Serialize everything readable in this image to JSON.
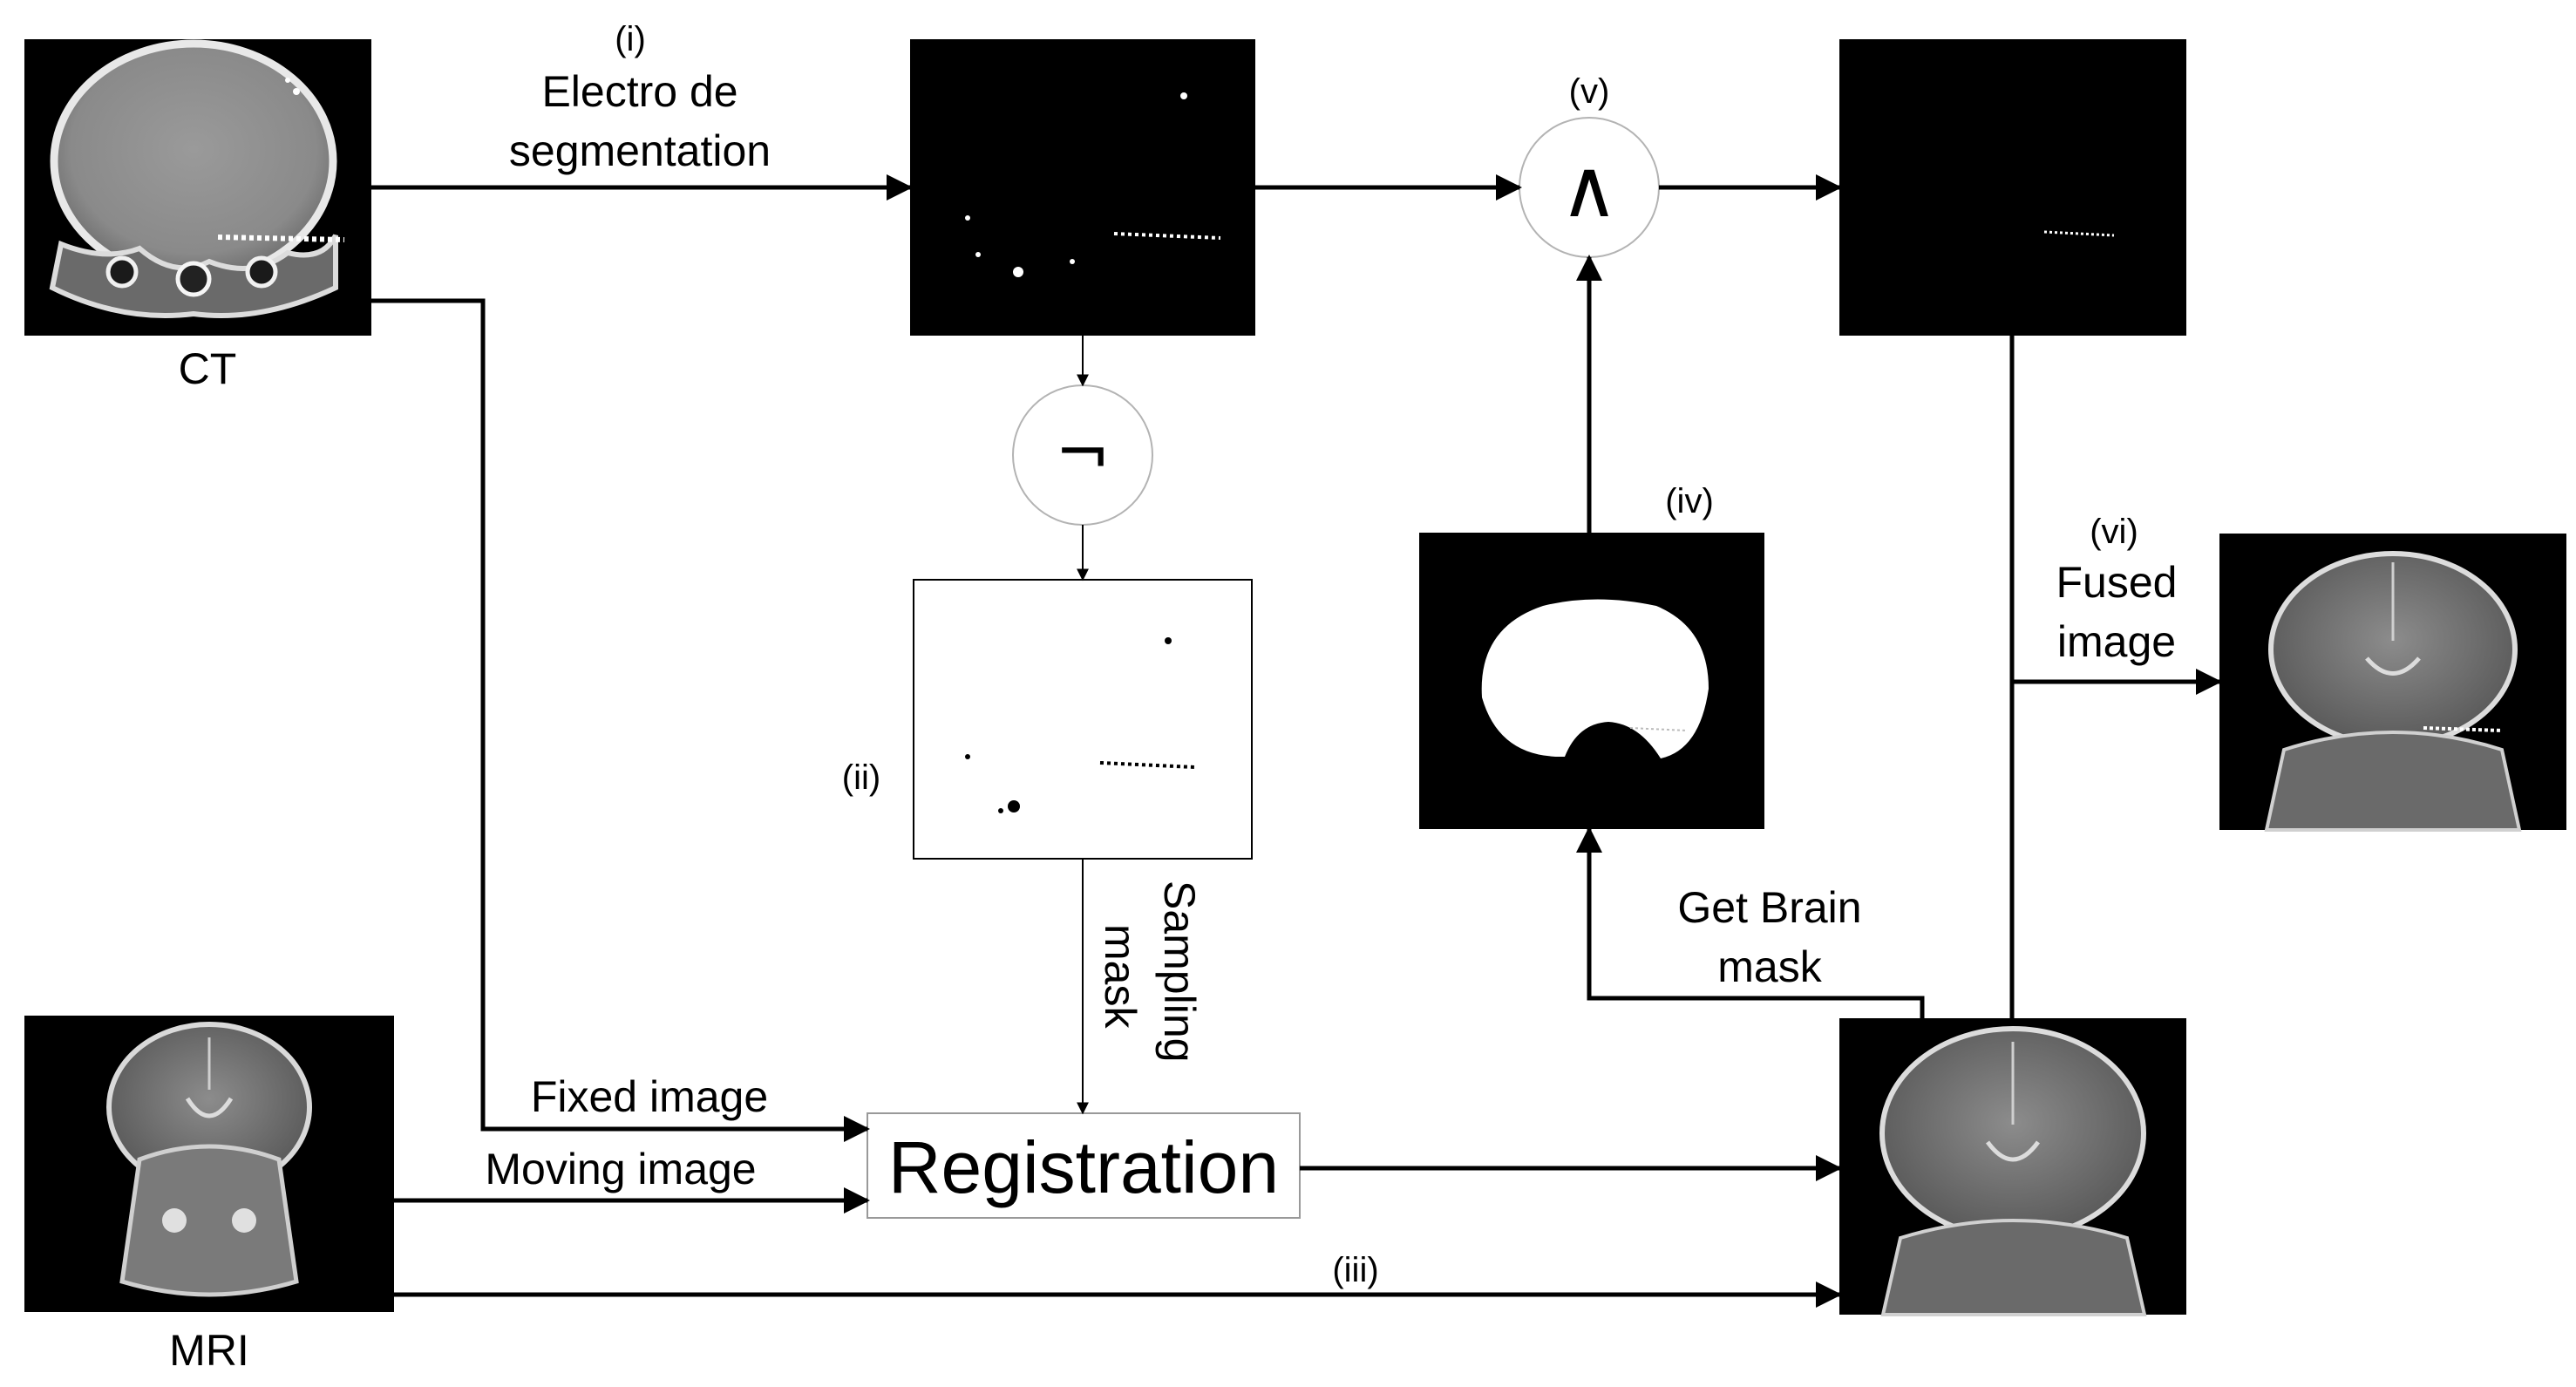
{
  "nodes": {
    "ct": "CT",
    "mri": "MRI",
    "registration": "Registration",
    "not_op": "¬",
    "and_op": "∧"
  },
  "steps": {
    "i": "(i)",
    "ii": "(ii)",
    "iii": "(iii)",
    "iv": "(iv)",
    "v": "(v)",
    "vi": "(vi)"
  },
  "edges": {
    "electrode_segmentation_line1": "Electro de",
    "electrode_segmentation_line2": "segmentation",
    "fixed_image": "Fixed image",
    "moving_image": "Moving image",
    "sampling_mask_line1": "Sampling",
    "sampling_mask_line2": "mask",
    "get_brain_mask_line1": "Get Brain",
    "get_brain_mask_line2": "mask",
    "fused_image_line1": "Fused",
    "fused_image_line2": "image"
  },
  "colors": {
    "scan_background": "#000000",
    "line": "#000000",
    "operator_circle_stroke": "#b3b3b3",
    "registration_box_stroke": "#999999"
  }
}
